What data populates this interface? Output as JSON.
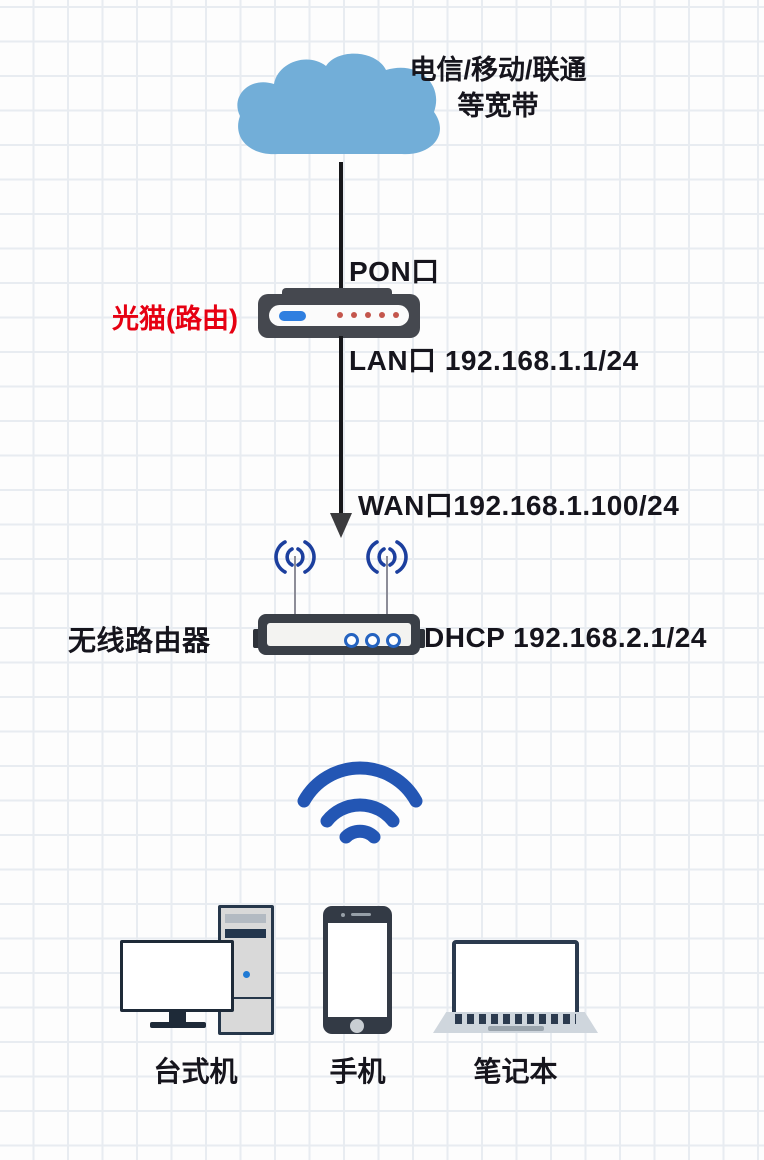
{
  "diagram": {
    "isp": {
      "line1": "电信/移动/联通",
      "line2": "等宽带"
    },
    "pon_label": "PON口",
    "modem_label": "光猫(路由)",
    "lan_label": "LAN口 192.168.1.1/24",
    "wan_label": "WAN口192.168.1.100/24",
    "router_label": "无线路由器",
    "dhcp_label": "DHCP 192.168.2.1/24",
    "devices": [
      {
        "label": "台式机"
      },
      {
        "label": "手机"
      },
      {
        "label": "笔记本"
      }
    ],
    "colors": {
      "cloud": "#72aed8",
      "connector_line": "#17171a",
      "text": "#16151d",
      "modem_label_red": "#e60012",
      "modem_body": "#45484f",
      "modem_led_blue": "#2f7fe0",
      "modem_led_dots": "#c4564c",
      "router_body": "#3a3f47",
      "router_rings": "#2563c0",
      "antenna_signal": "#1c3f9e",
      "wifi": "#2356b4",
      "grid_line": "#e8ecf1"
    }
  }
}
